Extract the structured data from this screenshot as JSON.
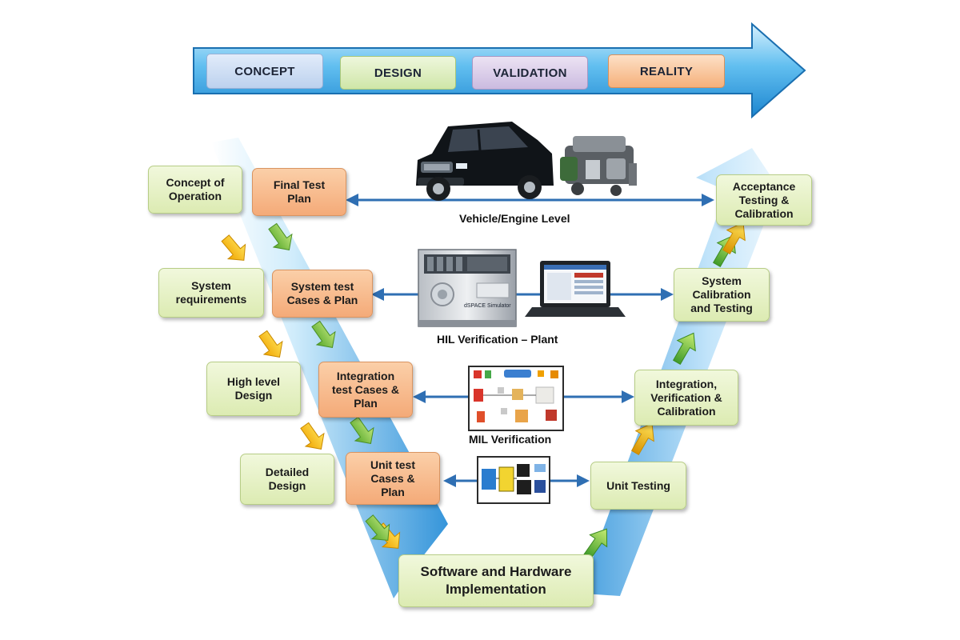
{
  "phases": [
    "CONCEPT",
    "DESIGN",
    "VALIDATION",
    "REALITY"
  ],
  "left_column": [
    "Concept of\nOperation",
    "System\nrequirements",
    "High level\nDesign",
    "Detailed\nDesign"
  ],
  "test_plans": [
    "Final Test\nPlan",
    "System test\nCases & Plan",
    "Integration\ntest Cases &\nPlan",
    "Unit test\nCases &\nPlan"
  ],
  "right_column": [
    "Acceptance\nTesting &\nCalibration",
    "System\nCalibration\nand Testing",
    "Integration,\nVerification &\nCalibration",
    "Unit Testing"
  ],
  "bottom": "Software and Hardware\nImplementation",
  "levels": [
    "Vehicle/Engine Level",
    "HIL Verification – Plant",
    "MIL Verification"
  ],
  "simulator_label": "dSPACE Simulator",
  "colors": {
    "arrow_blue": "#3aa6e6",
    "phase_concept": "#c9dbf2",
    "phase_design": "#def0c2",
    "phase_validation": "#ddd0ea",
    "phase_reality": "#f9c89f",
    "box_green": "#dcebb2",
    "box_orange": "#f4aa78",
    "connector_blue": "#2f6fb3"
  }
}
